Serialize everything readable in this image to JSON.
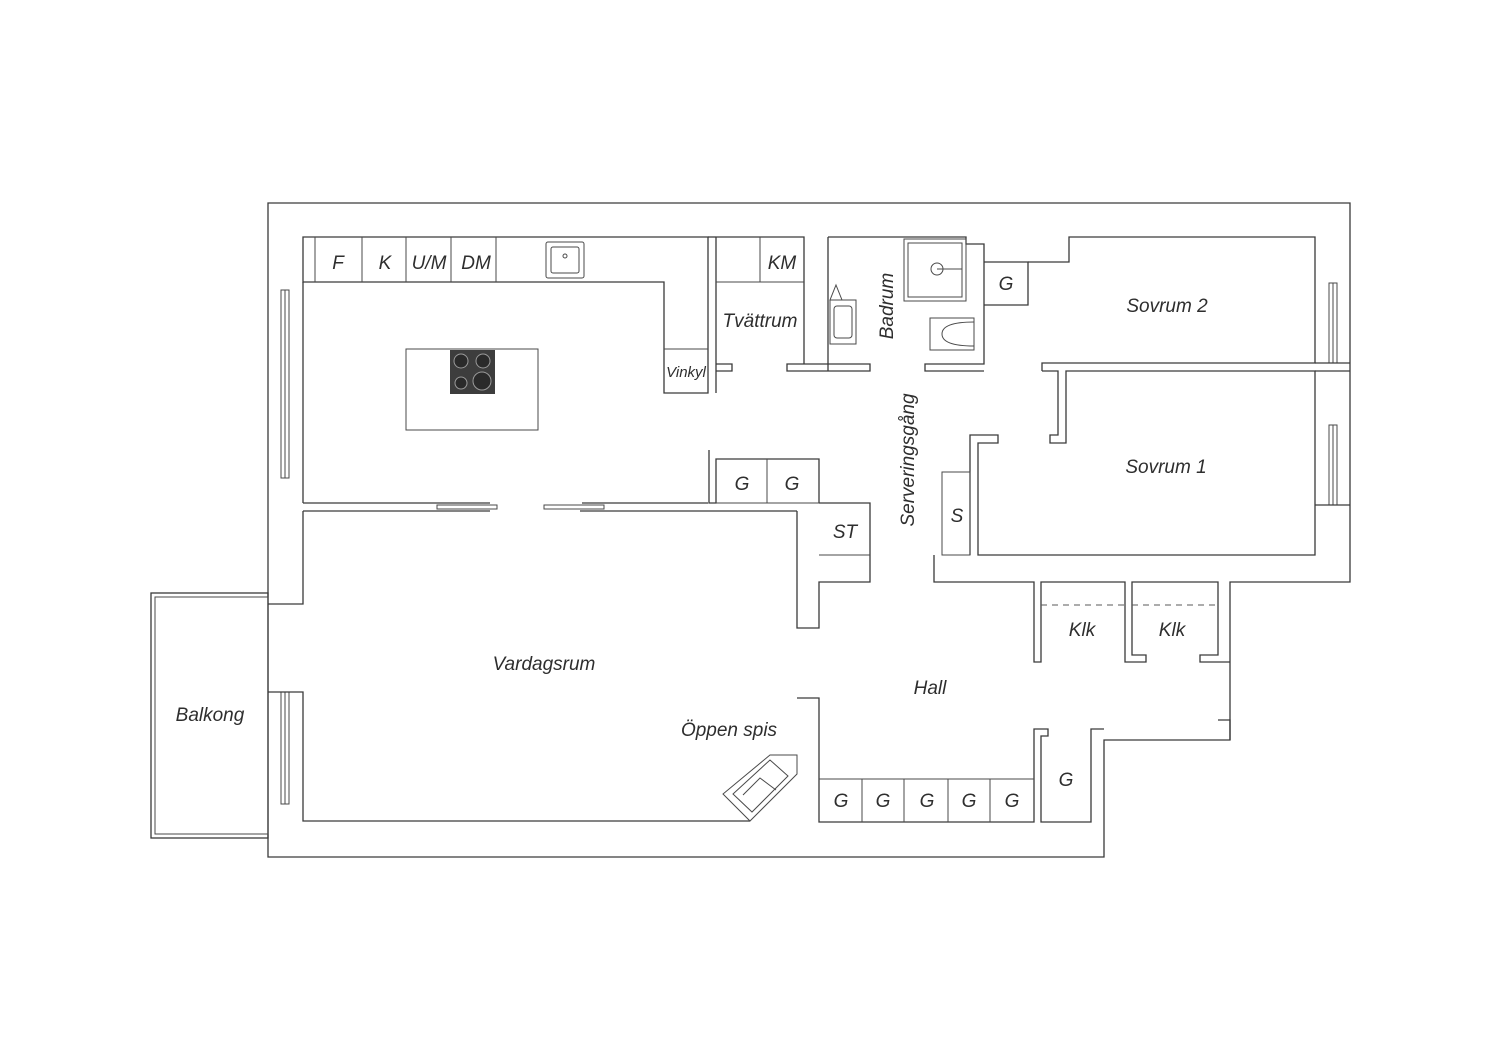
{
  "rooms": {
    "kitchen_f": "F",
    "kitchen_k": "K",
    "kitchen_um": "U/M",
    "kitchen_dm": "DM",
    "kitchen_km": "KM",
    "vinkyl": "Vinkyl",
    "tvattrum": "Tvättrum",
    "badrum": "Badrum",
    "sovrum2": "Sovrum 2",
    "sovrum1": "Sovrum 1",
    "serveringsgang": "Serveringsgång",
    "vardagsrum": "Vardagsrum",
    "balkong": "Balkong",
    "oppen_spis": "Öppen spis",
    "hall": "Hall",
    "klk": "Klk",
    "g": "G",
    "st": "ST",
    "s": "S"
  }
}
